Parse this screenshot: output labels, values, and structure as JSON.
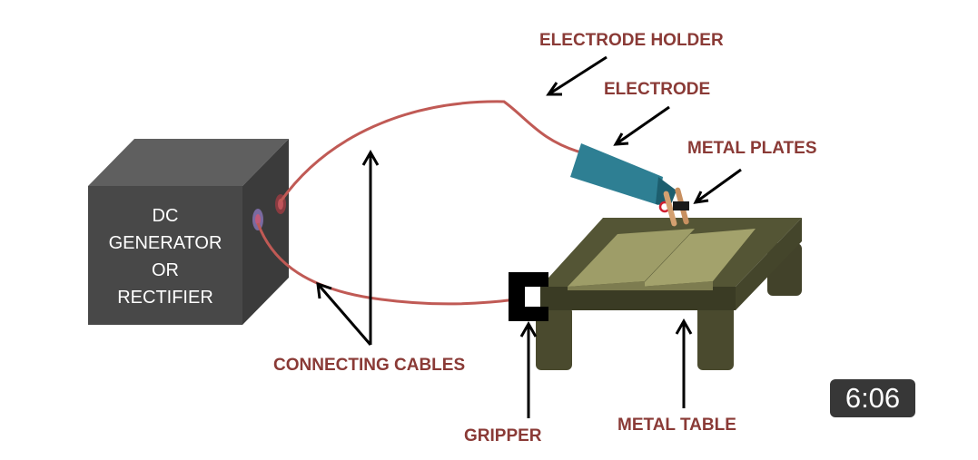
{
  "labels": {
    "electrode_holder": "ELECTRODE HOLDER",
    "electrode": "ELECTRODE",
    "metal_plates": "METAL PLATES",
    "connecting_cables": "CONNECTING CABLES",
    "gripper": "GRIPPER",
    "metal_table": "METAL TABLE"
  },
  "generator_box": {
    "line1": "DC",
    "line2": "GENERATOR",
    "line3": "OR",
    "line4": "RECTIFIER"
  },
  "video": {
    "duration": "6:06"
  },
  "colors": {
    "label_text": "#8a3a36",
    "cable": "#c05a55",
    "box_front": "#4a4a4a",
    "box_top": "#5f5f5f",
    "box_side": "#3a3a3a",
    "electrode_body": "#2e7f93",
    "table_top": "#4f5030",
    "metal_plate": "#9e9d68"
  }
}
